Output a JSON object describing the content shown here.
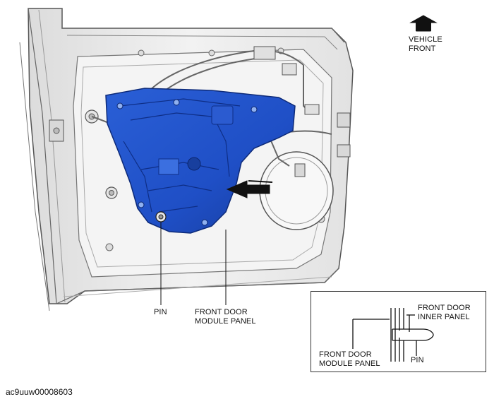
{
  "labels": {
    "vehicle_front_line1": "VEHICLE",
    "vehicle_front_line2": "FRONT",
    "pin": "PIN",
    "module_panel_line1": "FRONT DOOR",
    "module_panel_line2": "MODULE PANEL"
  },
  "inset": {
    "inner_panel_line1": "FRONT DOOR",
    "inner_panel_line2": "INNER PANEL",
    "module_panel_line1": "FRONT DOOR",
    "module_panel_line2": "MODULE PANEL",
    "pin": "PIN"
  },
  "figure_id": "ac9uuw00008603",
  "colors": {
    "module_panel": "#1f4fc6",
    "door_body": "#ededed",
    "outline": "#555555"
  }
}
